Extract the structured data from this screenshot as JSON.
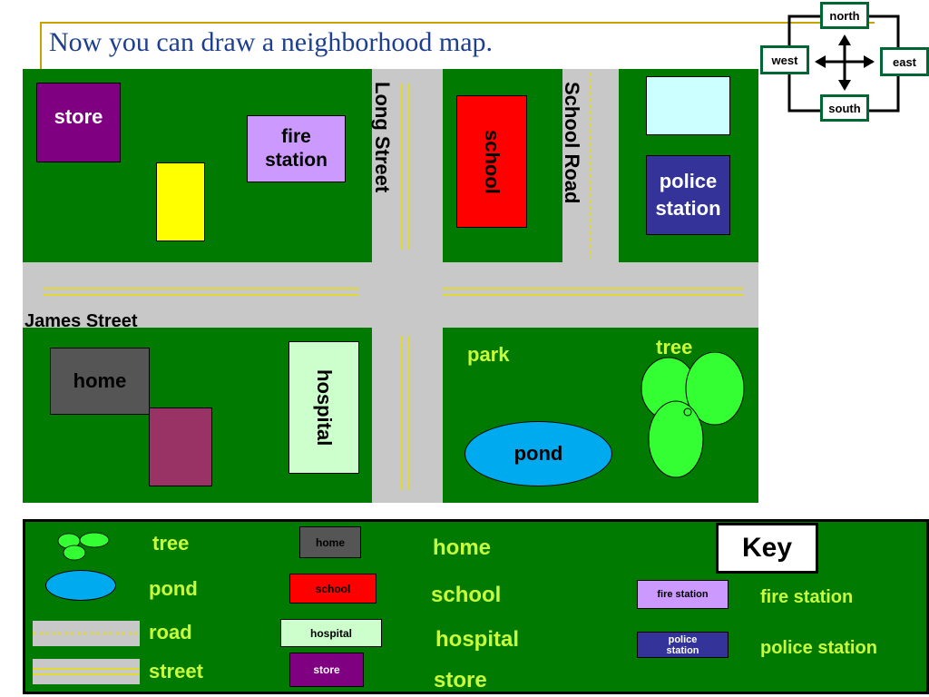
{
  "title": "Now you can draw a neighborhood map.",
  "compass": {
    "north": "north",
    "south": "south",
    "east": "east",
    "west": "west"
  },
  "streets": {
    "long_street": "Long Street",
    "school_road": "School Road",
    "james_street": "James Street"
  },
  "map_labels": {
    "store": "store",
    "fire_station": "fire station",
    "school": "school",
    "police_station": "police station",
    "home": "home",
    "hospital": "hospital",
    "park": "park",
    "tree": "tree",
    "pond": "pond"
  },
  "key": {
    "title": "Key",
    "symbols": {
      "tree": "tree",
      "pond": "pond",
      "road": "road",
      "street": "street"
    },
    "buttons": {
      "home": "home",
      "school": "school",
      "hospital": "hospital",
      "store": "store",
      "fire_station": "fire station",
      "police_station": "police station"
    },
    "labels": {
      "home": "home",
      "school": "school",
      "hospital": "hospital",
      "store": "store",
      "fire_station": "fire station",
      "police_station": "police station"
    }
  },
  "colors": {
    "grass": "#007a00",
    "road": "#c8c8c8",
    "road_line": "#e8e000",
    "store": "#7f0080",
    "fire_station": "#cc99ff",
    "school": "#ff0000",
    "police_station": "#333399",
    "home": "#555555",
    "hospital": "#ccffcc",
    "pond": "#00aaee",
    "tree": "#33ff33",
    "label_green": "#c8ff3c"
  }
}
